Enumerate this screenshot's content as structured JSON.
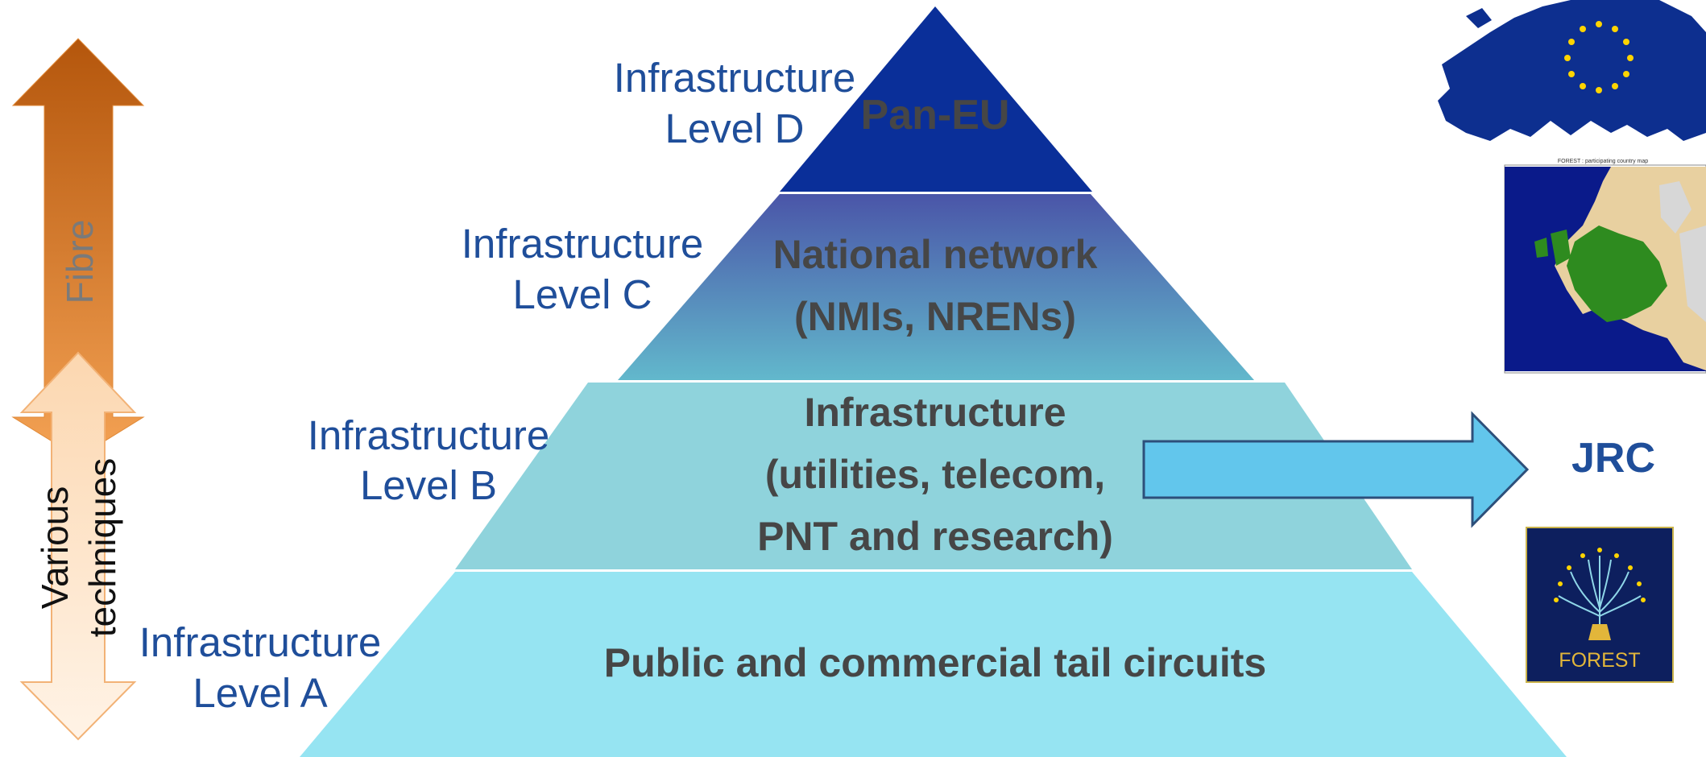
{
  "pyramid": {
    "tiers": [
      {
        "level_label": [
          "Infrastructure",
          "Level D"
        ],
        "content": [
          "Pan-EU"
        ]
      },
      {
        "level_label": [
          "Infrastructure",
          "Level C"
        ],
        "content": [
          "National network",
          "(NMIs,  NRENs)"
        ]
      },
      {
        "level_label": [
          "Infrastructure",
          "Level B"
        ],
        "content": [
          "Infrastructure",
          "(utilities, telecom,",
          "PNT and research)"
        ]
      },
      {
        "level_label": [
          "Infrastructure",
          "Level A"
        ],
        "content": [
          "Public and commercial tail circuits"
        ]
      }
    ]
  },
  "side_arrows": {
    "fibre_label": "Fibre",
    "techniques_label": [
      "Various",
      "techniques"
    ]
  },
  "right_panel": {
    "arrow_target_label": "JRC",
    "forest_logo_text": "FOREST",
    "map_title": "FOREST : participating country map"
  },
  "colors": {
    "level_text": "#1f4e9a",
    "tier_text": "#464646",
    "tier_d": "#0a2f99",
    "tier_c_top": "#4a55a8",
    "tier_c_bottom": "#62b8cc",
    "tier_b": "#8fd3dc",
    "tier_a": "#96e4f2",
    "fibre_arrow_top": "#b4560c",
    "fibre_arrow_bottom": "#f4a254",
    "techniques_arrow": "#fde6cf",
    "jrc_arrow": "#62c6ec",
    "jrc_text": "#1f4e9a",
    "eu_map": "#0d2f8f",
    "country_green": "#2e8b1f",
    "logo_bg": "#0d1f5e"
  }
}
